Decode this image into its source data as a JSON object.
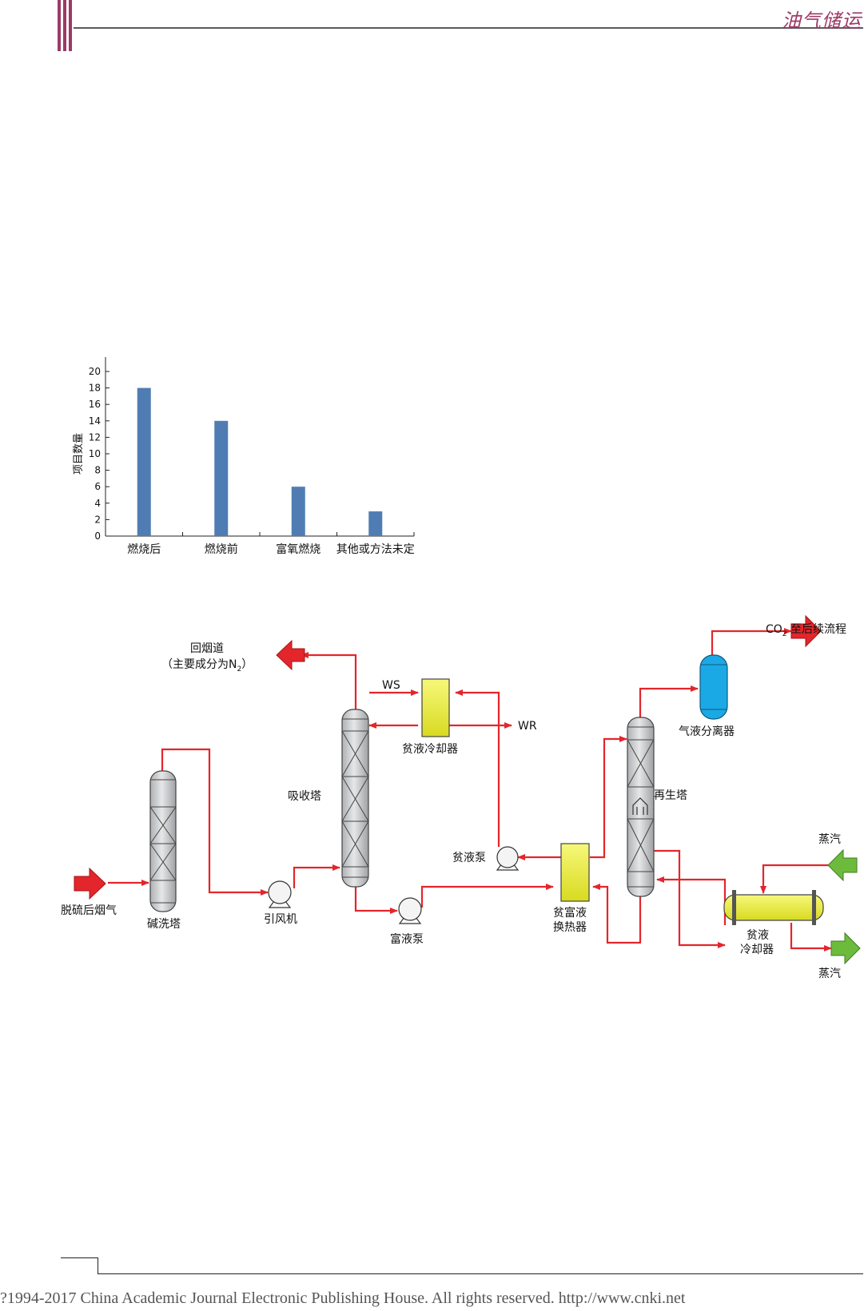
{
  "header": {
    "journal_name": "油气储运"
  },
  "chart_data": {
    "type": "bar",
    "categories": [
      "燃烧后",
      "燃烧前",
      "富氧燃烧",
      "其他或方法未定"
    ],
    "values": [
      18,
      14,
      6,
      3
    ],
    "ylabel": "项目数量",
    "xlabel": "",
    "ylim": [
      0,
      20
    ],
    "yticks": [
      0,
      2,
      4,
      6,
      8,
      10,
      12,
      14,
      16,
      18,
      20
    ],
    "bar_color": "#4f7db3",
    "grid": false
  },
  "diagram": {
    "labels": {
      "co2_out_a": "CO",
      "co2_out_sub": "2",
      "co2_out_b": " 至后续流程",
      "flue_return_1": "回烟道",
      "flue_return_2a": "（主要成分为N",
      "flue_return_sub": "2",
      "flue_return_2b": "）",
      "ws": "WS",
      "wr": "WR",
      "lean_cooler_top": "贫液冷却器",
      "gas_liquid_separator": "气液分离器",
      "absorber": "吸收塔",
      "regenerator": "再生塔",
      "lean_pump": "贫液泵",
      "steam_in": "蒸汽",
      "steam_out": "蒸汽",
      "feed_gas": "脱硫后烟气",
      "caustic_tower": "碱洗塔",
      "fan": "引风机",
      "rich_pump": "富液泵",
      "exchanger_1": "贫富液",
      "exchanger_2": "换热器",
      "lean_cooler_bottom_1": "贫液",
      "lean_cooler_bottom_2": "冷却器"
    },
    "colors": {
      "pipe": "#e3262b",
      "arrow_red": "#e3262b",
      "arrow_green": "#6dbb3c",
      "vessel_gray": "#d2d3d5",
      "cooler_yellow": "#eef03c",
      "separator_blue": "#1ba9e6"
    }
  },
  "footer": {
    "copyright": "?1994-2017 China Academic Journal Electronic Publishing House. All rights reserved.    http://www.cnki.net"
  }
}
